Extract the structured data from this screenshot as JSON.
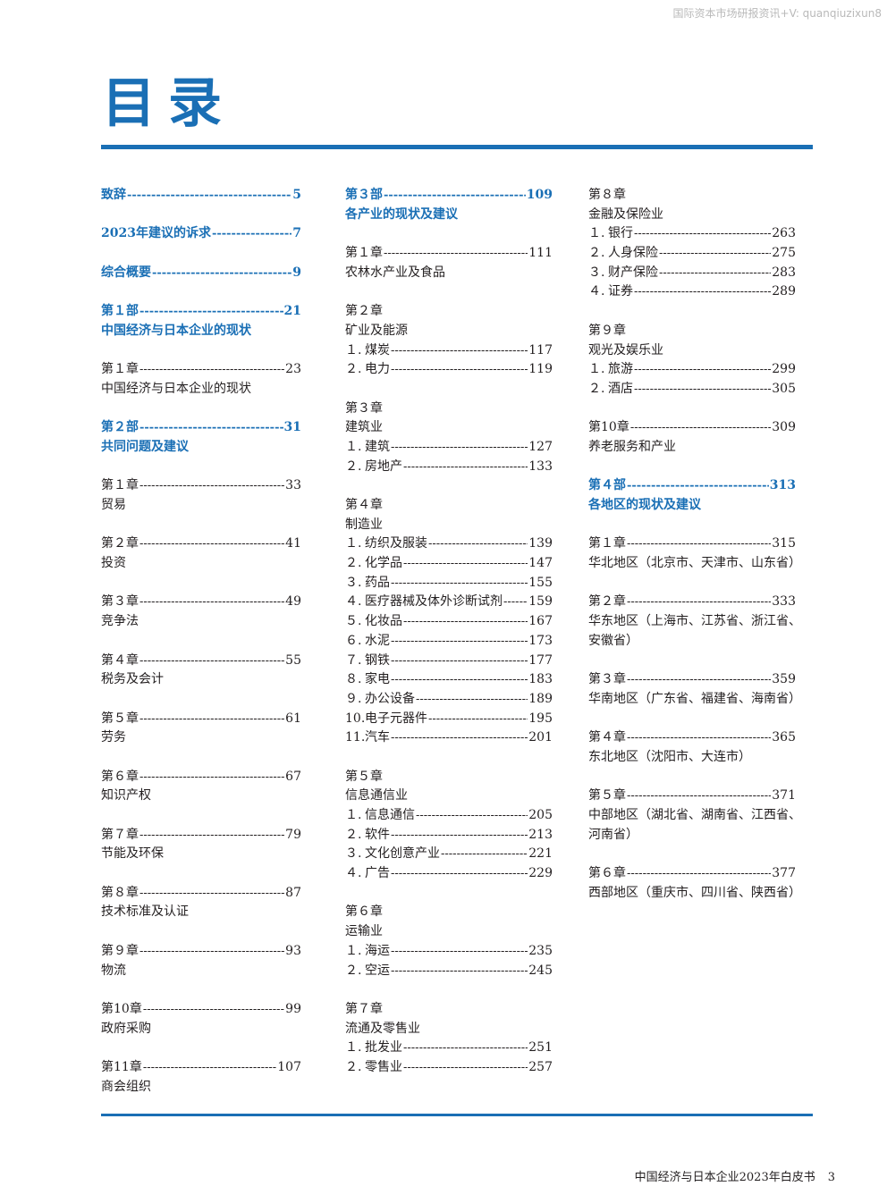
{
  "watermark": "国际资本市场研报资讯+V: quanqiuzixun8",
  "title": "目录",
  "footer": {
    "text": "中国经济与日本企业2023年白皮书",
    "page": "3"
  },
  "col1": [
    {
      "t": "致辞",
      "p": "5",
      "b": 1
    },
    {
      "g": 1
    },
    {
      "t": "2023年建议的诉求",
      "p": "7",
      "b": 1
    },
    {
      "g": 1
    },
    {
      "t": "综合概要",
      "p": "9",
      "b": 1
    },
    {
      "g": 1
    },
    {
      "t": "第１部",
      "p": "21",
      "b": 1
    },
    {
      "s": "中国经济与日本企业的现状",
      "b": 1
    },
    {
      "g": 1
    },
    {
      "t": "第１章",
      "p": "23"
    },
    {
      "s": "中国经济与日本企业的现状"
    },
    {
      "g": 1
    },
    {
      "t": "第２部",
      "p": "31",
      "b": 1
    },
    {
      "s": "共同问题及建议",
      "b": 1
    },
    {
      "g": 1
    },
    {
      "t": "第１章",
      "p": "33"
    },
    {
      "s": "贸易"
    },
    {
      "g": 1
    },
    {
      "t": "第２章",
      "p": "41"
    },
    {
      "s": "投资"
    },
    {
      "g": 1
    },
    {
      "t": "第３章",
      "p": "49"
    },
    {
      "s": "竞争法"
    },
    {
      "g": 1
    },
    {
      "t": "第４章",
      "p": "55"
    },
    {
      "s": "税务及会计"
    },
    {
      "g": 1
    },
    {
      "t": "第５章",
      "p": "61"
    },
    {
      "s": "劳务"
    },
    {
      "g": 1
    },
    {
      "t": "第６章",
      "p": "67"
    },
    {
      "s": "知识产权"
    },
    {
      "g": 1
    },
    {
      "t": "第７章",
      "p": "79"
    },
    {
      "s": "节能及环保"
    },
    {
      "g": 1
    },
    {
      "t": "第８章",
      "p": "87"
    },
    {
      "s": "技术标准及认证"
    },
    {
      "g": 1
    },
    {
      "t": "第９章",
      "p": "93"
    },
    {
      "s": "物流"
    },
    {
      "g": 1
    },
    {
      "t": "第10章",
      "p": "99"
    },
    {
      "s": "政府采购"
    },
    {
      "g": 1
    },
    {
      "t": "第11章",
      "p": "107"
    },
    {
      "s": "商会组织"
    }
  ],
  "col2": [
    {
      "t": "第３部",
      "p": "109",
      "b": 1
    },
    {
      "s": "各产业的现状及建议",
      "b": 1
    },
    {
      "g": 1
    },
    {
      "t": "第１章",
      "p": "111"
    },
    {
      "s": "农林水产业及食品"
    },
    {
      "g": 1
    },
    {
      "s": "第２章"
    },
    {
      "s": "矿业及能源"
    },
    {
      "n": "１.",
      "t": "煤炭",
      "p": "117"
    },
    {
      "n": "２.",
      "t": "电力",
      "p": "119"
    },
    {
      "g": 1
    },
    {
      "s": "第３章"
    },
    {
      "s": "建筑业"
    },
    {
      "n": "１.",
      "t": "建筑",
      "p": "127"
    },
    {
      "n": "２.",
      "t": "房地产",
      "p": "133"
    },
    {
      "g": 1
    },
    {
      "s": "第４章"
    },
    {
      "s": "制造业"
    },
    {
      "n": "１.",
      "t": "纺织及服装",
      "p": "139"
    },
    {
      "n": "２.",
      "t": "化学品",
      "p": "147"
    },
    {
      "n": "３.",
      "t": "药品",
      "p": "155"
    },
    {
      "n": "４.",
      "t": "医疗器械及体外诊断试剂",
      "p": "159"
    },
    {
      "n": "５.",
      "t": "化妆品",
      "p": "167"
    },
    {
      "n": "６.",
      "t": "水泥",
      "p": "173"
    },
    {
      "n": "７.",
      "t": "钢铁",
      "p": "177"
    },
    {
      "n": "８.",
      "t": "家电",
      "p": "183"
    },
    {
      "n": "９.",
      "t": "办公设备",
      "p": "189"
    },
    {
      "n": "10.",
      "t": "电子元器件",
      "p": "195"
    },
    {
      "n": "11.",
      "t": "汽车",
      "p": "201"
    },
    {
      "g": 1
    },
    {
      "s": "第５章"
    },
    {
      "s": "信息通信业"
    },
    {
      "n": "１.",
      "t": "信息通信",
      "p": "205"
    },
    {
      "n": "２.",
      "t": "软件",
      "p": "213"
    },
    {
      "n": "３.",
      "t": "文化创意产业",
      "p": "221"
    },
    {
      "n": "４.",
      "t": "广告",
      "p": "229"
    },
    {
      "g": 1
    },
    {
      "s": "第６章"
    },
    {
      "s": "运输业"
    },
    {
      "n": "１.",
      "t": "海运",
      "p": "235"
    },
    {
      "n": "２.",
      "t": "空运",
      "p": "245"
    },
    {
      "g": 1
    },
    {
      "s": "第７章"
    },
    {
      "s": "流通及零售业"
    },
    {
      "n": "１.",
      "t": "批发业",
      "p": "251"
    },
    {
      "n": "２.",
      "t": "零售业",
      "p": "257"
    }
  ],
  "col3": [
    {
      "s": "第８章"
    },
    {
      "s": "金融及保险业"
    },
    {
      "n": "１.",
      "t": "银行",
      "p": "263"
    },
    {
      "n": "２.",
      "t": "人身保险",
      "p": "275"
    },
    {
      "n": "３.",
      "t": "财产保险",
      "p": "283"
    },
    {
      "n": "４.",
      "t": "证券",
      "p": "289"
    },
    {
      "g": 1
    },
    {
      "s": "第９章"
    },
    {
      "s": "观光及娱乐业"
    },
    {
      "n": "１.",
      "t": "旅游",
      "p": "299"
    },
    {
      "n": "２.",
      "t": "酒店",
      "p": "305"
    },
    {
      "g": 1
    },
    {
      "t": "第10章",
      "p": "309"
    },
    {
      "s": "养老服务和产业"
    },
    {
      "g": 1
    },
    {
      "t": "第４部",
      "p": "313",
      "b": 1
    },
    {
      "s": "各地区的现状及建议",
      "b": 1
    },
    {
      "g": 1
    },
    {
      "t": "第１章",
      "p": "315"
    },
    {
      "s": "华北地区（北京市、天津市、山东省）"
    },
    {
      "g": 1
    },
    {
      "t": "第２章",
      "p": "333"
    },
    {
      "s": "华东地区（上海市、江苏省、浙江省、"
    },
    {
      "s": "安徽省）"
    },
    {
      "g": 1
    },
    {
      "t": "第３章",
      "p": "359"
    },
    {
      "s": "华南地区（广东省、福建省、海南省）"
    },
    {
      "g": 1
    },
    {
      "t": "第４章",
      "p": "365"
    },
    {
      "s": "东北地区（沈阳市、大连市）"
    },
    {
      "g": 1
    },
    {
      "t": "第５章",
      "p": "371"
    },
    {
      "s": "中部地区（湖北省、湖南省、江西省、"
    },
    {
      "s": "河南省）"
    },
    {
      "g": 1
    },
    {
      "t": "第６章",
      "p": "377"
    },
    {
      "s": "西部地区（重庆市、四川省、陕西省）"
    }
  ]
}
